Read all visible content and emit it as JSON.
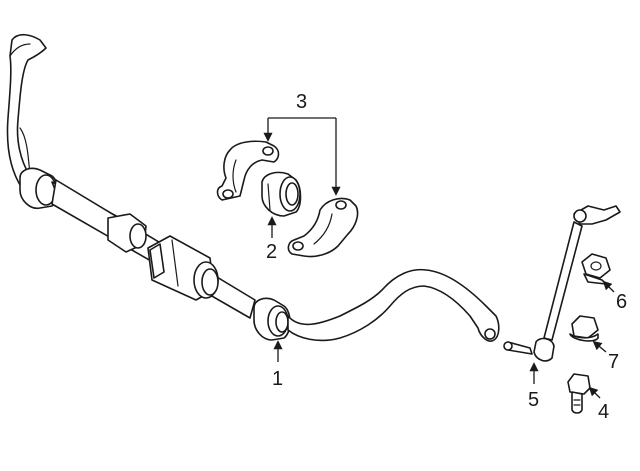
{
  "callouts": {
    "c1": "1",
    "c2": "2",
    "c3": "3",
    "c4": "4",
    "c5": "5",
    "c6": "6",
    "c7": "7"
  },
  "colors": {
    "line": "#1a1a1a",
    "background": "#ffffff"
  }
}
